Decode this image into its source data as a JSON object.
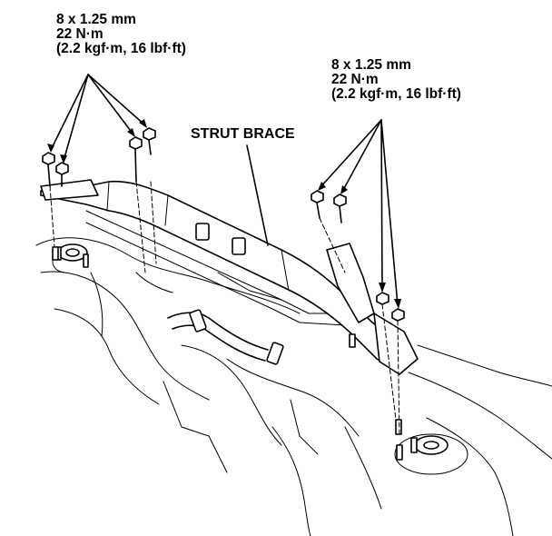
{
  "torque_specs": [
    {
      "size": "8 x 1.25 mm",
      "torque": "22 N·m",
      "conversion": "(2.2 kgf·m, 16 lbf·ft)"
    },
    {
      "size": "8 x 1.25 mm",
      "torque": "22 N·m",
      "conversion": "(2.2 kgf·m, 16 lbf·ft)"
    }
  ],
  "part_label": "STRUT BRACE",
  "icons": [
    "flange-bolt-icon",
    "strut-brace-drawing"
  ]
}
